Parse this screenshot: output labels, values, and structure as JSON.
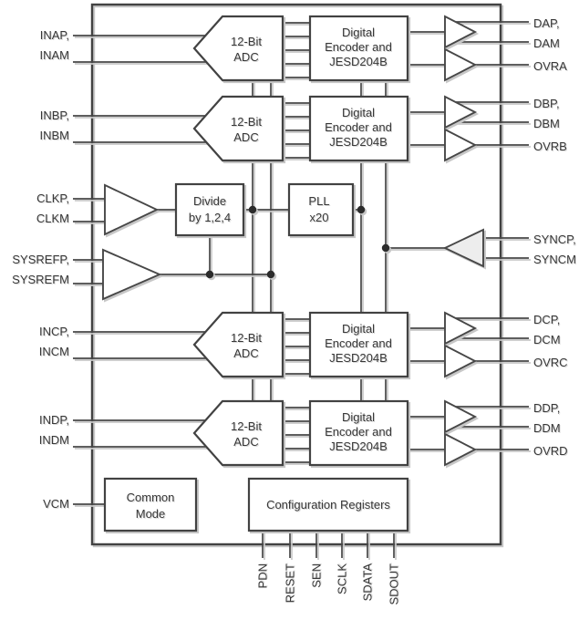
{
  "figure": {
    "description": "Functional block diagram of a quad-channel 12-bit ADC with JESD204B interface"
  },
  "colors": {
    "stroke": "#474747",
    "block_fill": "#ffffff",
    "sync_buffer_fill": "#ededed",
    "shadow": "#c7c7c7",
    "text": "#383838",
    "background": "#ffffff"
  },
  "blocks": {
    "adc": {
      "line1": "12-Bit",
      "line2": "ADC"
    },
    "encoder": {
      "line1": "Digital",
      "line2": "Encoder and",
      "line3": "JESD204B"
    },
    "divider": {
      "line1": "Divide",
      "line2": "by 1,2,4"
    },
    "pll": {
      "line1": "PLL",
      "line2": "x20"
    },
    "common_mode": {
      "line1": "Common",
      "line2": "Mode"
    },
    "config_registers": {
      "label": "Configuration Registers"
    }
  },
  "left_pins": {
    "ina_p": "INAP,",
    "ina_m": "INAM",
    "inb_p": "INBP,",
    "inb_m": "INBM",
    "clk_p": "CLKP,",
    "clk_m": "CLKM",
    "sysref_p": "SYSREFP,",
    "sysref_m": "SYSREFM",
    "inc_p": "INCP,",
    "inc_m": "INCM",
    "ind_p": "INDP,",
    "ind_m": "INDM",
    "vcm": "VCM"
  },
  "right_pins": {
    "da_p": "DAP,",
    "da_m": "DAM",
    "ovra": "OVRA",
    "db_p": "DBP,",
    "db_m": "DBM",
    "ovrb": "OVRB",
    "sync_p": "SYNCP,",
    "sync_m": "SYNCM",
    "dc_p": "DCP,",
    "dc_m": "DCM",
    "ovrc": "OVRC",
    "dd_p": "DDP,",
    "dd_m": "DDM",
    "ovrd": "OVRD"
  },
  "bottom_pins": {
    "pdn": "PDN",
    "reset": "RESET",
    "sen": "SEN",
    "sclk": "SCLK",
    "sdata": "SDATA",
    "sdout": "SDOUT"
  }
}
